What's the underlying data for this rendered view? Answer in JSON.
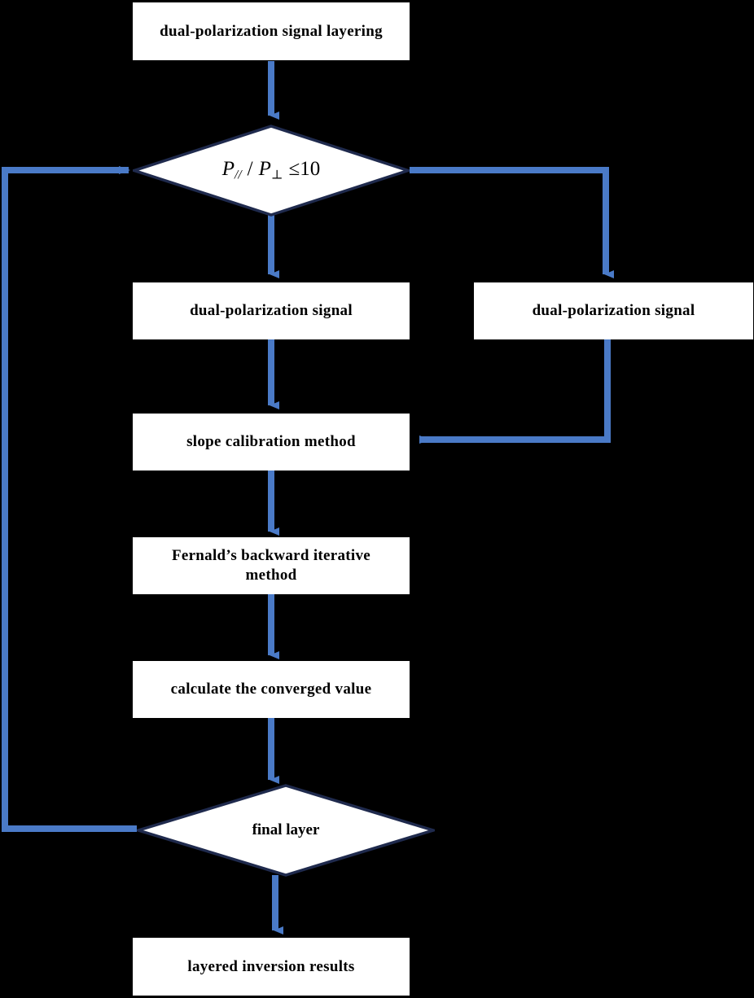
{
  "diagram": {
    "title": "dual-polarization lidar layered inversion flowchart",
    "colors": {
      "background": "#000000",
      "node_fill": "#ffffff",
      "node_text": "#000000",
      "diamond_border": "#1f2a4d",
      "connector": "#4a7ac7"
    },
    "nodes": [
      {
        "id": "start",
        "type": "process",
        "label": "dual-polarization  signal layering"
      },
      {
        "id": "ratio_decision",
        "type": "decision",
        "label": "P// / P⊥ ≤10",
        "formula": {
          "numerator": "P",
          "numerator_sub": "//",
          "divider": "/",
          "denominator": "P",
          "denominator_sub": "⊥",
          "operator": "≤10"
        }
      },
      {
        "id": "signal_left",
        "type": "process",
        "label": "dual-polarization  signal"
      },
      {
        "id": "signal_right",
        "type": "process",
        "label": "dual-polarization  signal"
      },
      {
        "id": "slope_calibration",
        "type": "process",
        "label": "slope calibration  method"
      },
      {
        "id": "fernald",
        "type": "process",
        "label": "Fernald’s backward iterative\nmethod"
      },
      {
        "id": "converged",
        "type": "process",
        "label": "calculate the converged value"
      },
      {
        "id": "final_layer",
        "type": "decision",
        "label": "final layer"
      },
      {
        "id": "results",
        "type": "process",
        "label": "layered inversion  results"
      }
    ],
    "connectors": [
      {
        "id": "start-to-decision",
        "from": "start",
        "to": "ratio_decision",
        "kind": "arrow-down"
      },
      {
        "id": "decision-to-signal-left",
        "from": "ratio_decision",
        "to": "signal_left",
        "kind": "arrow-down"
      },
      {
        "id": "decision-to-signal-right",
        "from": "ratio_decision",
        "to": "signal_right",
        "kind": "elbow-right-down"
      },
      {
        "id": "signal-left-to-slope",
        "from": "signal_left",
        "to": "slope_calibration",
        "kind": "arrow-down"
      },
      {
        "id": "signal-right-to-slope",
        "from": "signal_right",
        "to": "slope_calibration",
        "kind": "elbow-down-left"
      },
      {
        "id": "slope-to-fernald",
        "from": "slope_calibration",
        "to": "fernald",
        "kind": "arrow-down"
      },
      {
        "id": "fernald-to-converged",
        "from": "fernald",
        "to": "converged",
        "kind": "arrow-down"
      },
      {
        "id": "converged-to-final-layer",
        "from": "converged",
        "to": "final_layer",
        "kind": "arrow-down"
      },
      {
        "id": "final-layer-to-results",
        "from": "final_layer",
        "to": "results",
        "kind": "arrow-down"
      },
      {
        "id": "final-layer-feedback",
        "from": "final_layer",
        "to": "ratio_decision",
        "kind": "feedback-loop-left"
      }
    ]
  }
}
